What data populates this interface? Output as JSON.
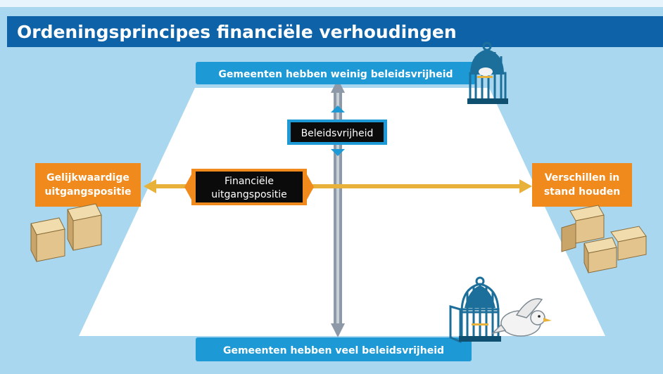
{
  "title": "Ordeningsprincipes financiële verhoudingen",
  "axes": {
    "top_label": "Gemeenten hebben weinig beleidsvrijheid",
    "bottom_label": "Gemeenten hebben veel beleidsvrijheid",
    "vertical_axis_label": "Beleidsvrijheid",
    "horizontal_axis_label_line1": "Financiële",
    "horizontal_axis_label_line2": "uitgangspositie",
    "left_label_line1": "Gelijkwaardige",
    "left_label_line2": "uitgangspositie",
    "right_label_line1": "Verschillen in",
    "right_label_line2": "stand houden"
  },
  "colors": {
    "title_bar": "#0e63a8",
    "background": "#a9d7f0",
    "pill_blue": "#1d9ad6",
    "orange": "#f08a1c",
    "dark_box": "#0b0b0b",
    "vertical_axis": "#8d99a6",
    "horizontal_axis": "#e8b23a",
    "cage": "#1c6f9a",
    "box_tan": "#e3c48c"
  },
  "icons": {
    "closed_cage": "birdcage-closed-icon",
    "open_cage": "birdcage-open-icon",
    "bird": "dove-icon",
    "boxes_left": "cardboard-boxes-equal-icon",
    "boxes_right": "cardboard-boxes-varied-icon"
  }
}
